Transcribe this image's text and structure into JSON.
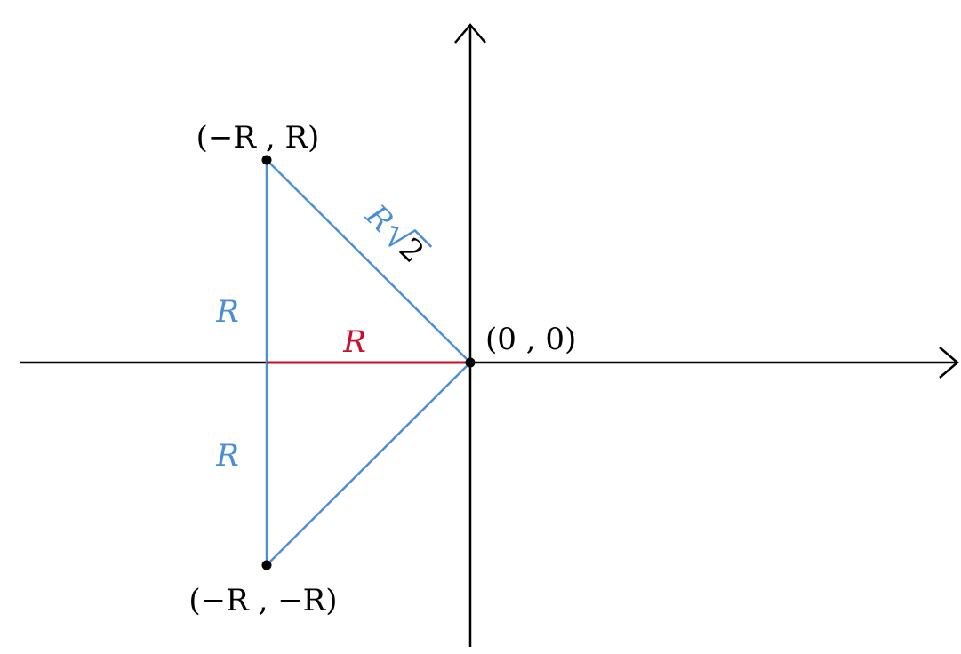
{
  "colors": {
    "axis": "#000000",
    "triangle": "#4a8fd6",
    "radius": "#c8102e",
    "point": "#000000"
  },
  "labels": {
    "point_top": "(−R , R)",
    "point_bottom": "(−R , −R)",
    "origin": "(0 , 0)",
    "side_upper": "R",
    "side_lower": "R",
    "radius": "R",
    "hypotenuse_coef": "R",
    "hypotenuse_radicand": "2"
  }
}
